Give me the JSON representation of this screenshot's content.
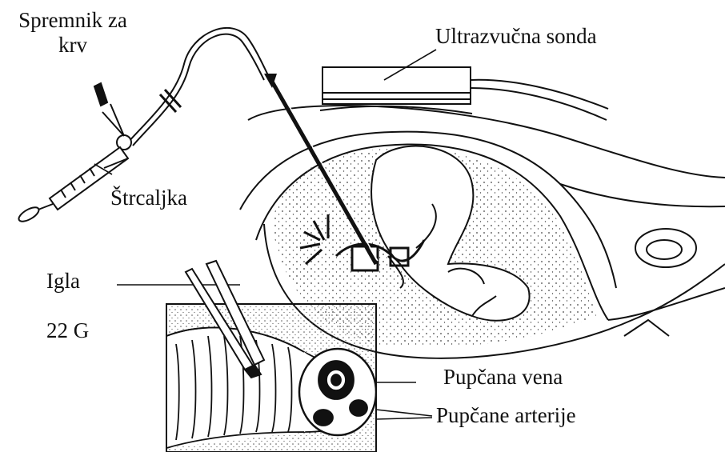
{
  "labels": {
    "blood_container_line1": "Spremnik za",
    "blood_container_line2": "krv",
    "ultrasound_probe": "Ultrazvučna sonda",
    "syringe": "Štrcaljka",
    "needle": "Igla",
    "needle_gauge": "22 G",
    "umbilical_vein": "Pupčana vena",
    "umbilical_arteries": "Pupčane arterije"
  },
  "colors": {
    "ink": "#111111",
    "background": "#ffffff",
    "stipple": "#444444"
  }
}
